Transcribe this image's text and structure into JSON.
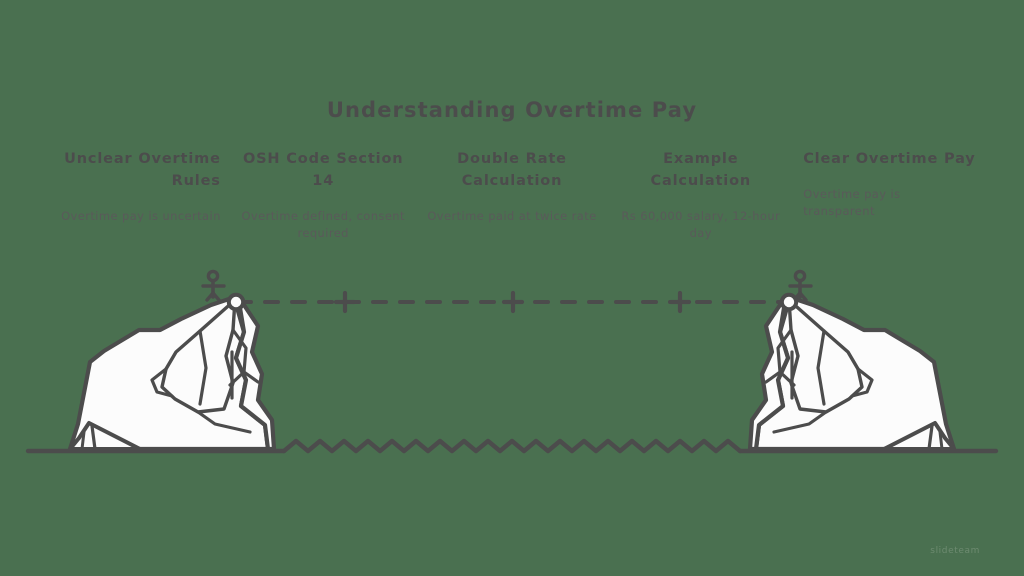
{
  "page": {
    "background_color": "#4a7050",
    "ink_color": "#4c4c4c",
    "snow_color": "#fcfcfc",
    "title": "Understanding Overtime Pay",
    "watermark": "slideteam"
  },
  "columns": [
    {
      "heading": "Unclear Overtime Rules",
      "caption": "Overtime pay is uncertain",
      "align": "align-right"
    },
    {
      "heading": "OSH Code Section 14",
      "caption": "Overtime defined, consent required",
      "align": "align-center"
    },
    {
      "heading": "Double Rate Calculation",
      "caption": "Overtime paid at twice rate",
      "align": "align-center"
    },
    {
      "heading": "Example Calculation",
      "caption": "Rs 60,000 salary, 12-hour day",
      "align": "align-center"
    },
    {
      "heading": "Clear Overtime Pay",
      "caption": "Overtime pay is transparent",
      "align": "align-left"
    }
  ],
  "illustration": {
    "left_mountain_label": "left-mountain",
    "right_mountain_label": "right-mountain",
    "left_climber_label": "left-climber-figure",
    "right_climber_label": "right-climber-figure",
    "rope_label": "dashed-rope-connector",
    "water_label": "wavy-water-line",
    "anchor_label": "rope-anchor-ring",
    "cross_marker_label": "rope-cross-marker"
  }
}
